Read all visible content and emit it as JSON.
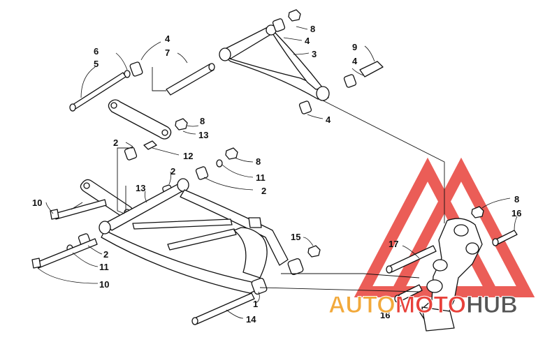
{
  "callouts": [
    {
      "id": "c1",
      "text": "1"
    },
    {
      "id": "c2a",
      "text": "2"
    },
    {
      "id": "c2b",
      "text": "2"
    },
    {
      "id": "c2c",
      "text": "2"
    },
    {
      "id": "c2d",
      "text": "2"
    },
    {
      "id": "c3",
      "text": "3"
    },
    {
      "id": "c4a",
      "text": "4"
    },
    {
      "id": "c4b",
      "text": "4"
    },
    {
      "id": "c4c",
      "text": "4"
    },
    {
      "id": "c4d",
      "text": "4"
    },
    {
      "id": "c5",
      "text": "5"
    },
    {
      "id": "c6",
      "text": "6"
    },
    {
      "id": "c7",
      "text": "7"
    },
    {
      "id": "c8a",
      "text": "8"
    },
    {
      "id": "c8b",
      "text": "8"
    },
    {
      "id": "c8c",
      "text": "8"
    },
    {
      "id": "c8d",
      "text": "8"
    },
    {
      "id": "c9",
      "text": "9"
    },
    {
      "id": "c10a",
      "text": "10"
    },
    {
      "id": "c10b",
      "text": "10"
    },
    {
      "id": "c11a",
      "text": "11"
    },
    {
      "id": "c11b",
      "text": "11"
    },
    {
      "id": "c12",
      "text": "12"
    },
    {
      "id": "c13a",
      "text": "13"
    },
    {
      "id": "c13b",
      "text": "13"
    },
    {
      "id": "c14",
      "text": "14"
    },
    {
      "id": "c15",
      "text": "15"
    },
    {
      "id": "c16a",
      "text": "16"
    },
    {
      "id": "c16b",
      "text": "16"
    },
    {
      "id": "c17",
      "text": "17"
    }
  ],
  "watermark": {
    "part1": "AUTO",
    "part2": "MOTO",
    "part3": "HUB",
    "color_orange": "#f2a93b",
    "color_red": "#e8413a",
    "color_gray": "#555555"
  }
}
